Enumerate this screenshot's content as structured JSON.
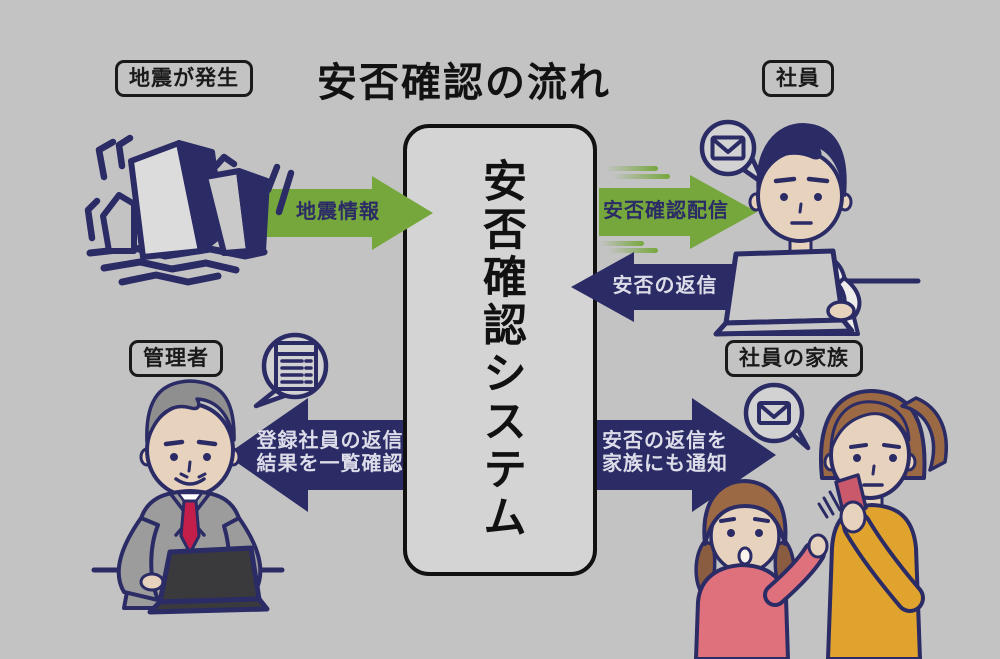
{
  "colors": {
    "bg": "#c3c3c3",
    "panel": "#d4d4d4",
    "navy": "#2b2b66",
    "green": "#76a73c",
    "arrow-text-light": "#dcdde8",
    "skin": "#e6d2bd",
    "shirt-white": "#efedec",
    "suit-gray": "#9c9c9c",
    "hair-gray": "#8f8f8f",
    "hair-brown": "#9b6a45",
    "hair-brown-dark": "#8a5c40",
    "tie-red": "#c41f4a",
    "sweater-orange": "#dfa32e",
    "girl-pink": "#df717c",
    "phone-pink": "#c9596b",
    "laptop-light": "#c9c9c9",
    "laptop-dark": "#3a3a3c",
    "building-light": "#dcdcdc",
    "building-mid": "#c9c9c9",
    "bubble-fill": "#d2d2d2"
  },
  "title": "安否確認の流れ",
  "system_box": {
    "label": "安否確認システム"
  },
  "labels": {
    "earthquake": "地震が発生",
    "employee": "社員",
    "manager": "管理者",
    "family": "社員の家族"
  },
  "arrows": {
    "earthquake_info": {
      "label": "地震情報",
      "direction": "right",
      "color": "green"
    },
    "safety_delivery": {
      "label": "安否確認配信",
      "direction": "right",
      "color": "green"
    },
    "safety_reply": {
      "label": "安否の返信",
      "direction": "left",
      "color": "navy"
    },
    "manager_check": {
      "line1": "登録社員の返信",
      "line2": "結果を一覧確認",
      "direction": "left",
      "color": "navy"
    },
    "family_notify": {
      "line1": "安否の返信を",
      "line2": "家族にも通知",
      "direction": "right",
      "color": "navy"
    }
  },
  "icons": {
    "employee_bubble": "mail-icon",
    "manager_bubble": "list-icon",
    "family_bubble": "mail-icon"
  }
}
